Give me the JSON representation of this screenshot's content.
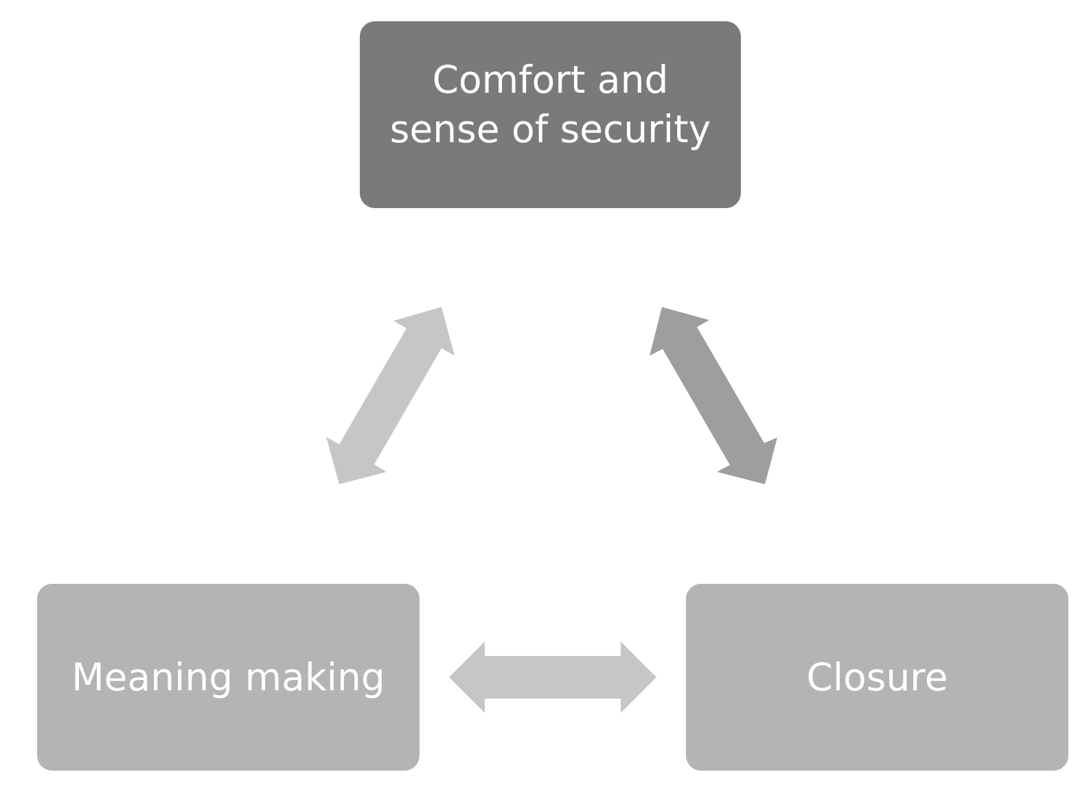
{
  "diagram": {
    "nodes": [
      {
        "id": "top",
        "lines": [
          "Comfort and",
          "sense of security"
        ],
        "color": "#7a7a7a"
      },
      {
        "id": "left",
        "lines": [
          "Meaning making"
        ],
        "color": "#b4b4b4"
      },
      {
        "id": "right",
        "lines": [
          "Closure"
        ],
        "color": "#b4b4b4"
      }
    ],
    "connectors": [
      {
        "from": "left",
        "to": "top",
        "type": "double-arrow",
        "color": "#c6c6c6"
      },
      {
        "from": "top",
        "to": "right",
        "type": "double-arrow",
        "color": "#9e9e9e"
      },
      {
        "from": "left",
        "to": "right",
        "type": "double-arrow",
        "color": "#c6c6c6"
      }
    ]
  }
}
